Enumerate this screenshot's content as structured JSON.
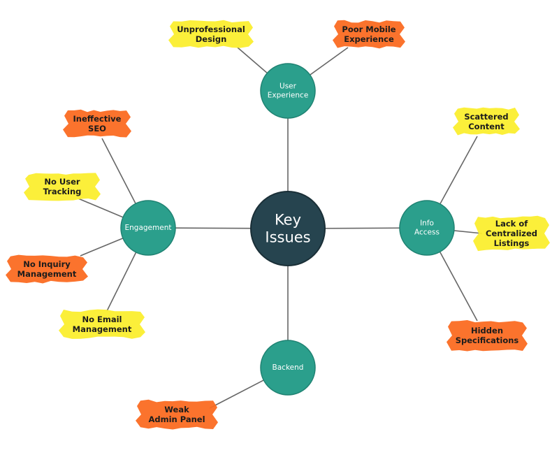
{
  "colors": {
    "center": "#26444f",
    "node": "#2b9f8c",
    "node_stroke": "#1f8272",
    "line": "#666666",
    "highlight_yellow": "#fbee2f",
    "highlight_orange": "#fb6c22"
  },
  "center": {
    "lines": [
      "Key",
      "Issues"
    ]
  },
  "categories": [
    {
      "id": "user-experience",
      "lines": [
        "User",
        "Experience"
      ],
      "issues": [
        {
          "id": "unprofessional-design",
          "lines": [
            "Unprofessional",
            "Design"
          ],
          "color": "yellow"
        },
        {
          "id": "poor-mobile-experience",
          "lines": [
            "Poor Mobile",
            "Experience"
          ],
          "color": "orange"
        }
      ]
    },
    {
      "id": "engagement",
      "lines": [
        "Engagement"
      ],
      "issues": [
        {
          "id": "ineffective-seo",
          "lines": [
            "Ineffective",
            "SEO"
          ],
          "color": "orange"
        },
        {
          "id": "no-user-tracking",
          "lines": [
            "No User",
            "Tracking"
          ],
          "color": "yellow"
        },
        {
          "id": "no-inquiry-management",
          "lines": [
            "No Inquiry",
            "Management"
          ],
          "color": "orange"
        },
        {
          "id": "no-email-management",
          "lines": [
            "No Email",
            "Management"
          ],
          "color": "yellow"
        }
      ]
    },
    {
      "id": "info-access",
      "lines": [
        "Info",
        "Access"
      ],
      "issues": [
        {
          "id": "scattered-content",
          "lines": [
            "Scattered",
            "Content"
          ],
          "color": "yellow"
        },
        {
          "id": "lack-of-centralized-listings",
          "lines": [
            "Lack of",
            "Centralized",
            "Listings"
          ],
          "color": "yellow"
        },
        {
          "id": "hidden-specifications",
          "lines": [
            "Hidden",
            "Specifications"
          ],
          "color": "orange"
        }
      ]
    },
    {
      "id": "backend",
      "lines": [
        "Backend"
      ],
      "issues": [
        {
          "id": "weak-admin-panel",
          "lines": [
            "Weak",
            "Admin Panel"
          ],
          "color": "orange"
        }
      ]
    }
  ]
}
